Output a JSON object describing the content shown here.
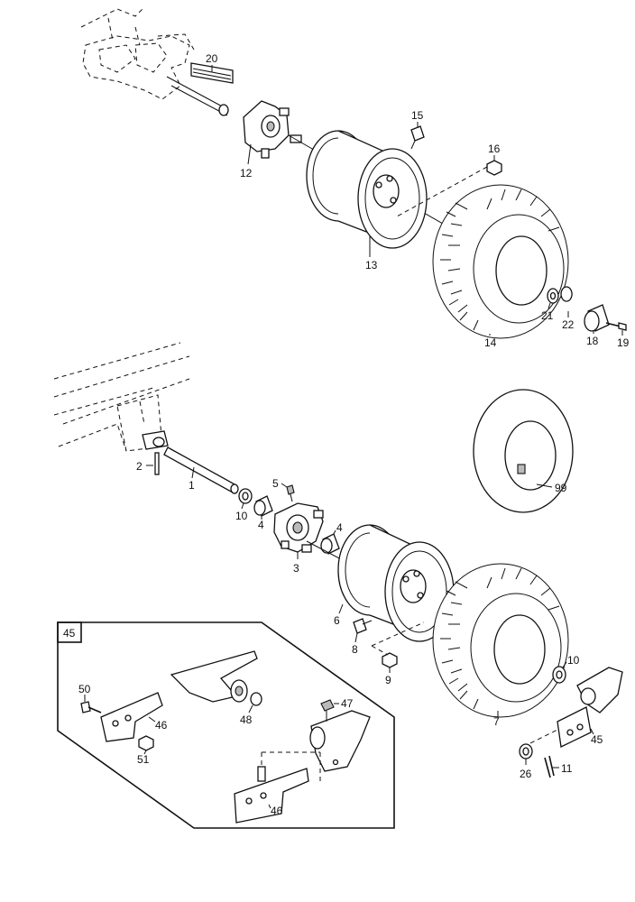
{
  "labels": {
    "l20": "20",
    "l15": "15",
    "l16": "16",
    "l12": "12",
    "l13": "13",
    "l14": "14",
    "l21": "21",
    "l22": "22",
    "l18": "18",
    "l19": "19",
    "l2": "2",
    "l1": "1",
    "l10a": "10",
    "l4a": "4",
    "l5": "5",
    "l4b": "4",
    "l3": "3",
    "l99": "99",
    "l6": "6",
    "l8": "8",
    "l9": "9",
    "l10b": "10",
    "l7": "7",
    "l45box": "45",
    "l45": "45",
    "l26": "26",
    "l11": "11",
    "l50": "50",
    "l46a": "46",
    "l48": "48",
    "l47": "47",
    "l51": "51",
    "l46b": "46"
  }
}
